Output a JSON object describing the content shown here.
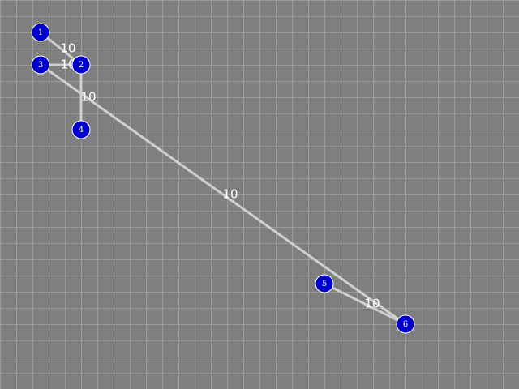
{
  "colors": {
    "background": "#7f7f7f",
    "grid": "#9a9a9a",
    "edge": "#cfcfcf",
    "node_fill": "#0000cc",
    "node_stroke": "#ffffff",
    "label": "#ffffff"
  },
  "graph": {
    "nodes": [
      {
        "id": "1",
        "label": "1"
      },
      {
        "id": "2",
        "label": "2"
      },
      {
        "id": "3",
        "label": "3"
      },
      {
        "id": "4",
        "label": "4"
      },
      {
        "id": "5",
        "label": "5"
      },
      {
        "id": "6",
        "label": "6"
      }
    ],
    "edges": [
      {
        "from": "1",
        "to": "2",
        "weight": "10"
      },
      {
        "from": "3",
        "to": "2",
        "weight": "10"
      },
      {
        "from": "2",
        "to": "4",
        "weight": "10"
      },
      {
        "from": "3",
        "to": "6",
        "weight": "10"
      },
      {
        "from": "5",
        "to": "6",
        "weight": "10"
      }
    ]
  }
}
